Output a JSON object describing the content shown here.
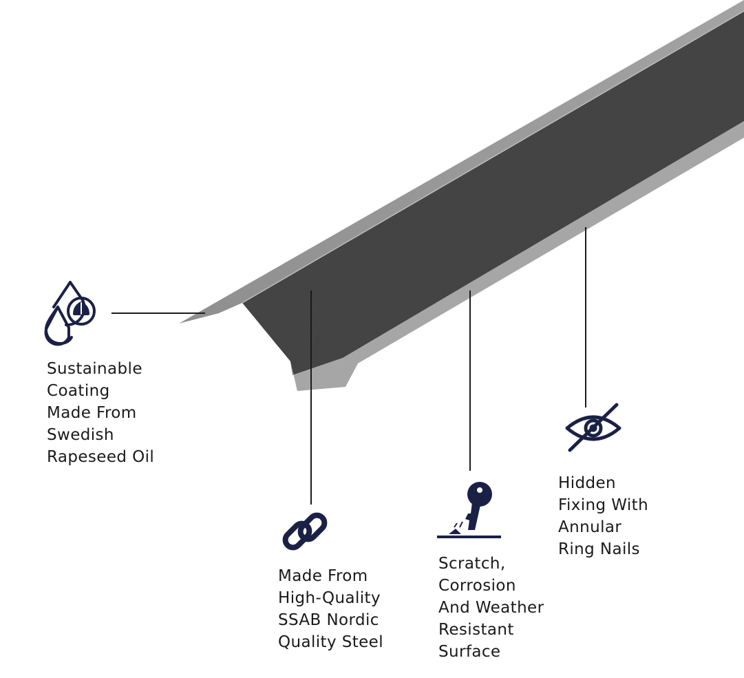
{
  "colors": {
    "icon": "#1b2145",
    "leader_line": "#1a1a1a",
    "face_top": "#9b9b9b",
    "face_front": "#404040",
    "face_lower_lip": "#a5a5a5",
    "background": "#ffffff"
  },
  "product": {
    "icon": "steel-angle-trim-profile"
  },
  "features": [
    {
      "id": "coating",
      "label": "Sustainable\nCoating\nMade From\nSwedish\nRapeseed Oil",
      "icon": "oil-drops-leaf-icon"
    },
    {
      "id": "steel",
      "label": "Made From\nHigh-Quality\nSSAB Nordic\nQuality Steel",
      "icon": "chain-link-icon"
    },
    {
      "id": "scratch",
      "label": "Scratch,\nCorrosion\nAnd Weather\nResistant\nSurface",
      "icon": "key-scratch-icon"
    },
    {
      "id": "fixing",
      "label": "Hidden\nFixing With\nAnnular\nRing Nails",
      "icon": "eye-slash-icon"
    }
  ]
}
